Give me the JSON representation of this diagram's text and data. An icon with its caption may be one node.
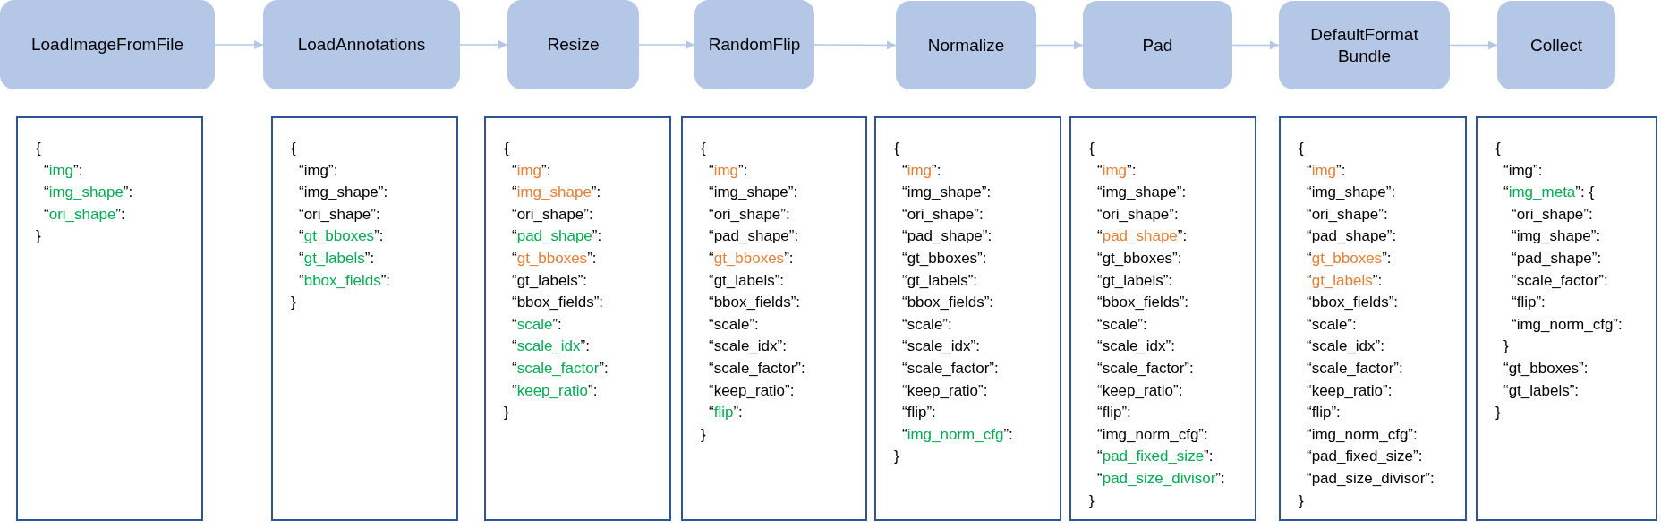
{
  "diagram": {
    "nodes": [
      {
        "text": [
          "LoadImageFromFile"
        ]
      },
      {
        "text": [
          "LoadAnnotations"
        ]
      },
      {
        "text": [
          "Resize"
        ]
      },
      {
        "text": [
          "RandomFlip"
        ]
      },
      {
        "text": [
          "Normalize"
        ]
      },
      {
        "text": [
          "Pad"
        ]
      },
      {
        "text": [
          "DefaultFormat Bundle"
        ]
      },
      {
        "text": [
          "Collect"
        ]
      },
      {
        "text": [
          "{",
          "“img”:",
          "“img_shape”:",
          "“ori_shape”:",
          "}"
        ]
      },
      {
        "text": [
          "{",
          "“img”:",
          "“img_shape”:",
          "“ori_shape”:",
          "“gt_bboxes”:",
          "“gt_labels”:",
          "“bbox_fields”:",
          "}"
        ]
      },
      {
        "text": [
          "{",
          "“img”:",
          "“img_shape”:",
          "“ori_shape”:",
          "“pad_shape”:",
          "“gt_bboxes”:",
          "“gt_labels”:",
          "“bbox_fields”:",
          "“scale”:",
          "“scale_idx”:",
          "“scale_factor”:",
          "“keep_ratio”:",
          "}"
        ]
      },
      {
        "text": [
          "{",
          "“img”:",
          "“img_shape”:",
          "“ori_shape”:",
          "“pad_shape”:",
          "“gt_bboxes”:",
          "“gt_labels”:",
          "“bbox_fields”:",
          "“scale”:",
          "“scale_idx”:",
          "“scale_factor”:",
          "“keep_ratio”:",
          "“flip”:",
          "}"
        ]
      },
      {
        "text": [
          "{",
          "“img”:",
          "“img_shape”:",
          "“ori_shape”:",
          "“pad_shape”:",
          "“gt_bboxes”:",
          "“gt_labels”:",
          "“bbox_fields”:",
          "“scale”:",
          "“scale_idx”:",
          "“scale_factor”:",
          "“keep_ratio”:",
          "“flip”:",
          "“img_norm_cfg”:",
          "}"
        ]
      },
      {
        "text": [
          "{",
          "“img”:",
          "“img_shape”:",
          "“ori_shape”:",
          "“pad_shape”:",
          "“gt_bboxes”:",
          "“gt_labels”:",
          "“bbox_fields”:",
          "“scale”:",
          "“scale_idx”:",
          "“scale_factor”:",
          "“keep_ratio”:",
          "“flip”:",
          "“img_norm_cfg”:",
          "“pad_fixed_size”:",
          "“pad_size_divisor”:",
          "}"
        ]
      },
      {
        "text": [
          "{",
          "“img”:",
          "“img_shape”:",
          "“ori_shape”:",
          "“pad_shape”:",
          "“gt_bboxes”:",
          "“gt_labels”:",
          "“bbox_fields”:",
          "“scale”:",
          "“scale_idx”:",
          "“scale_factor”:",
          "“keep_ratio”:",
          "“flip”:",
          "“img_norm_cfg”:",
          "“pad_fixed_size”:",
          "“pad_size_divisor”:",
          "}"
        ]
      },
      {
        "text": [
          "{",
          "“img”:",
          "“img_meta”: {",
          "“ori_shape”:",
          "“img_shape”:",
          "“pad_shape”:",
          "“scale_factor”:",
          "“flip”:",
          "“img_norm_cfg”:",
          "}",
          "“gt_bboxes”:",
          "“gt_labels”:",
          "}"
        ]
      }
    ],
    "edges": [
      {
        "from": 0,
        "to": 1,
        "arrow": "to"
      },
      {
        "from": 1,
        "to": 2,
        "arrow": "to"
      },
      {
        "from": 2,
        "to": 3,
        "arrow": "to"
      },
      {
        "from": 3,
        "to": 4,
        "arrow": "to"
      },
      {
        "from": 4,
        "to": 5,
        "arrow": "to"
      },
      {
        "from": 5,
        "to": 6,
        "arrow": "to"
      },
      {
        "from": 6,
        "to": 7,
        "arrow": "to"
      }
    ]
  }
}
